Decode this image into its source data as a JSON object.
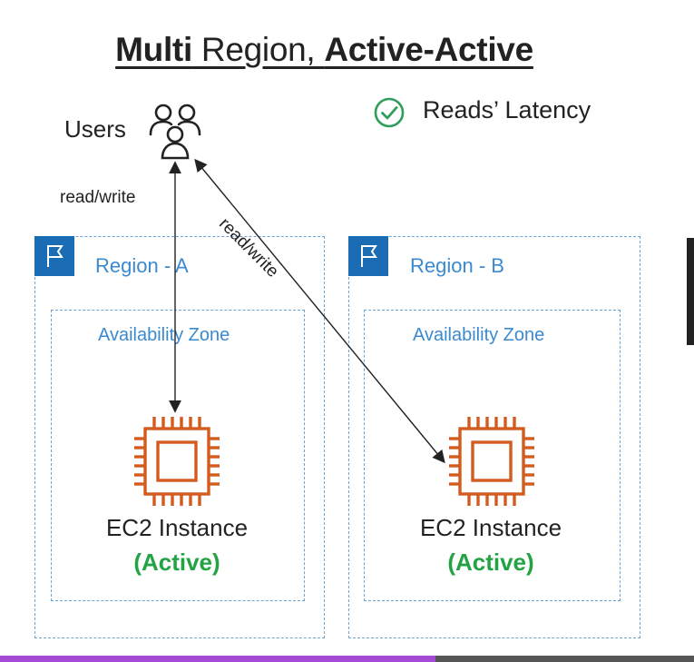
{
  "title": {
    "part1_bold": "Multi",
    "part2": " Region, ",
    "part3_bold": "Active-Active"
  },
  "users": {
    "label": "Users",
    "icon": "users-icon"
  },
  "note": {
    "label": "Reads’ Latency",
    "icon": "check-circle-icon",
    "color": "#2e9e5a"
  },
  "arrows": {
    "vertical_label": "read/write",
    "diagonal_label": "read/write"
  },
  "regions": [
    {
      "label": "Region - A",
      "zone_label": "Availability Zone",
      "instance_label": "EC2 Instance",
      "status": "(Active)"
    },
    {
      "label": "Region - B",
      "zone_label": "Availability Zone",
      "instance_label": "EC2 Instance",
      "status": "(Active)"
    }
  ],
  "colors": {
    "region_blue": "#1a6db5",
    "dashed_border": "#6aa3d6",
    "ec2_orange": "#d45b1e",
    "active_green": "#22a444"
  }
}
